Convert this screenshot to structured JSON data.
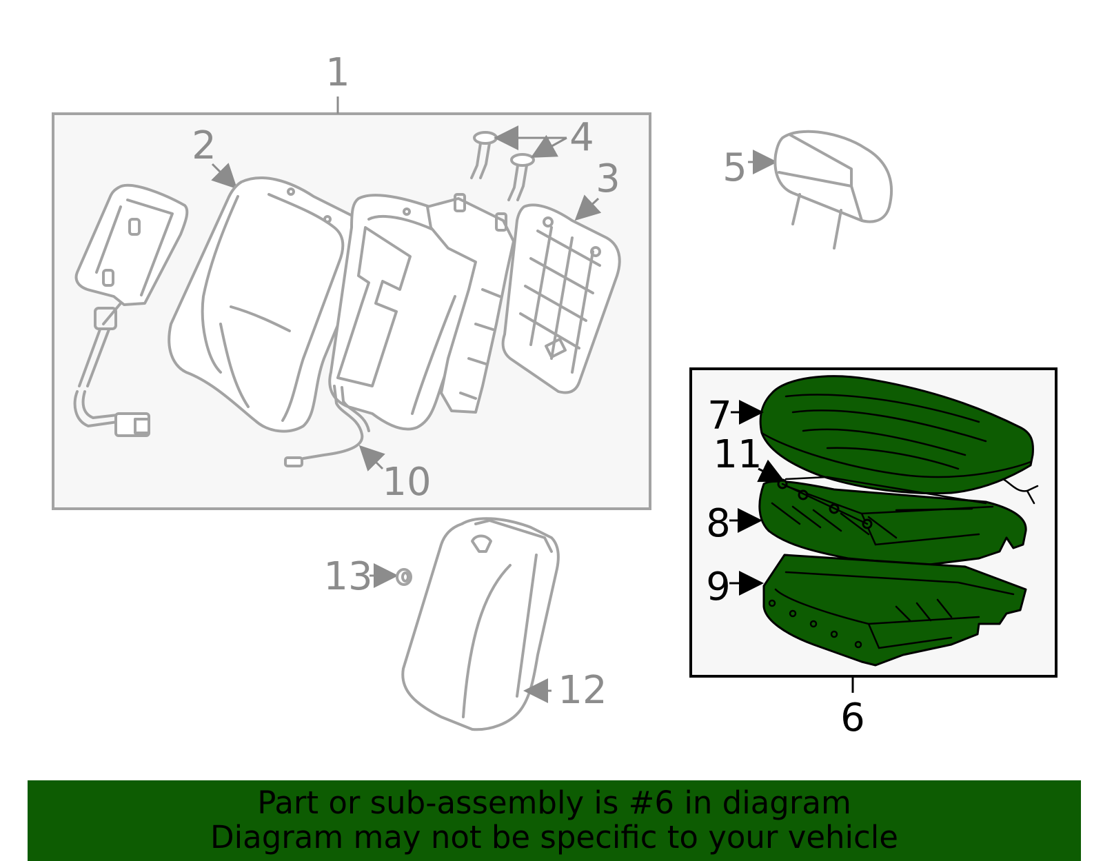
{
  "callouts": {
    "c1": "1",
    "c2": "2",
    "c3": "3",
    "c4": "4",
    "c5": "5",
    "c6": "6",
    "c7": "7",
    "c8": "8",
    "c9": "9",
    "c10": "10",
    "c11": "11",
    "c12": "12",
    "c13": "13"
  },
  "colors": {
    "highlight": "#0d5c02",
    "grey_part": "#a3a3a3",
    "grey_label": "#8c8c8c"
  },
  "banner": {
    "line1": "Part or sub-assembly is #6 in diagram",
    "line2": "Diagram may not be specific to your vehicle"
  }
}
